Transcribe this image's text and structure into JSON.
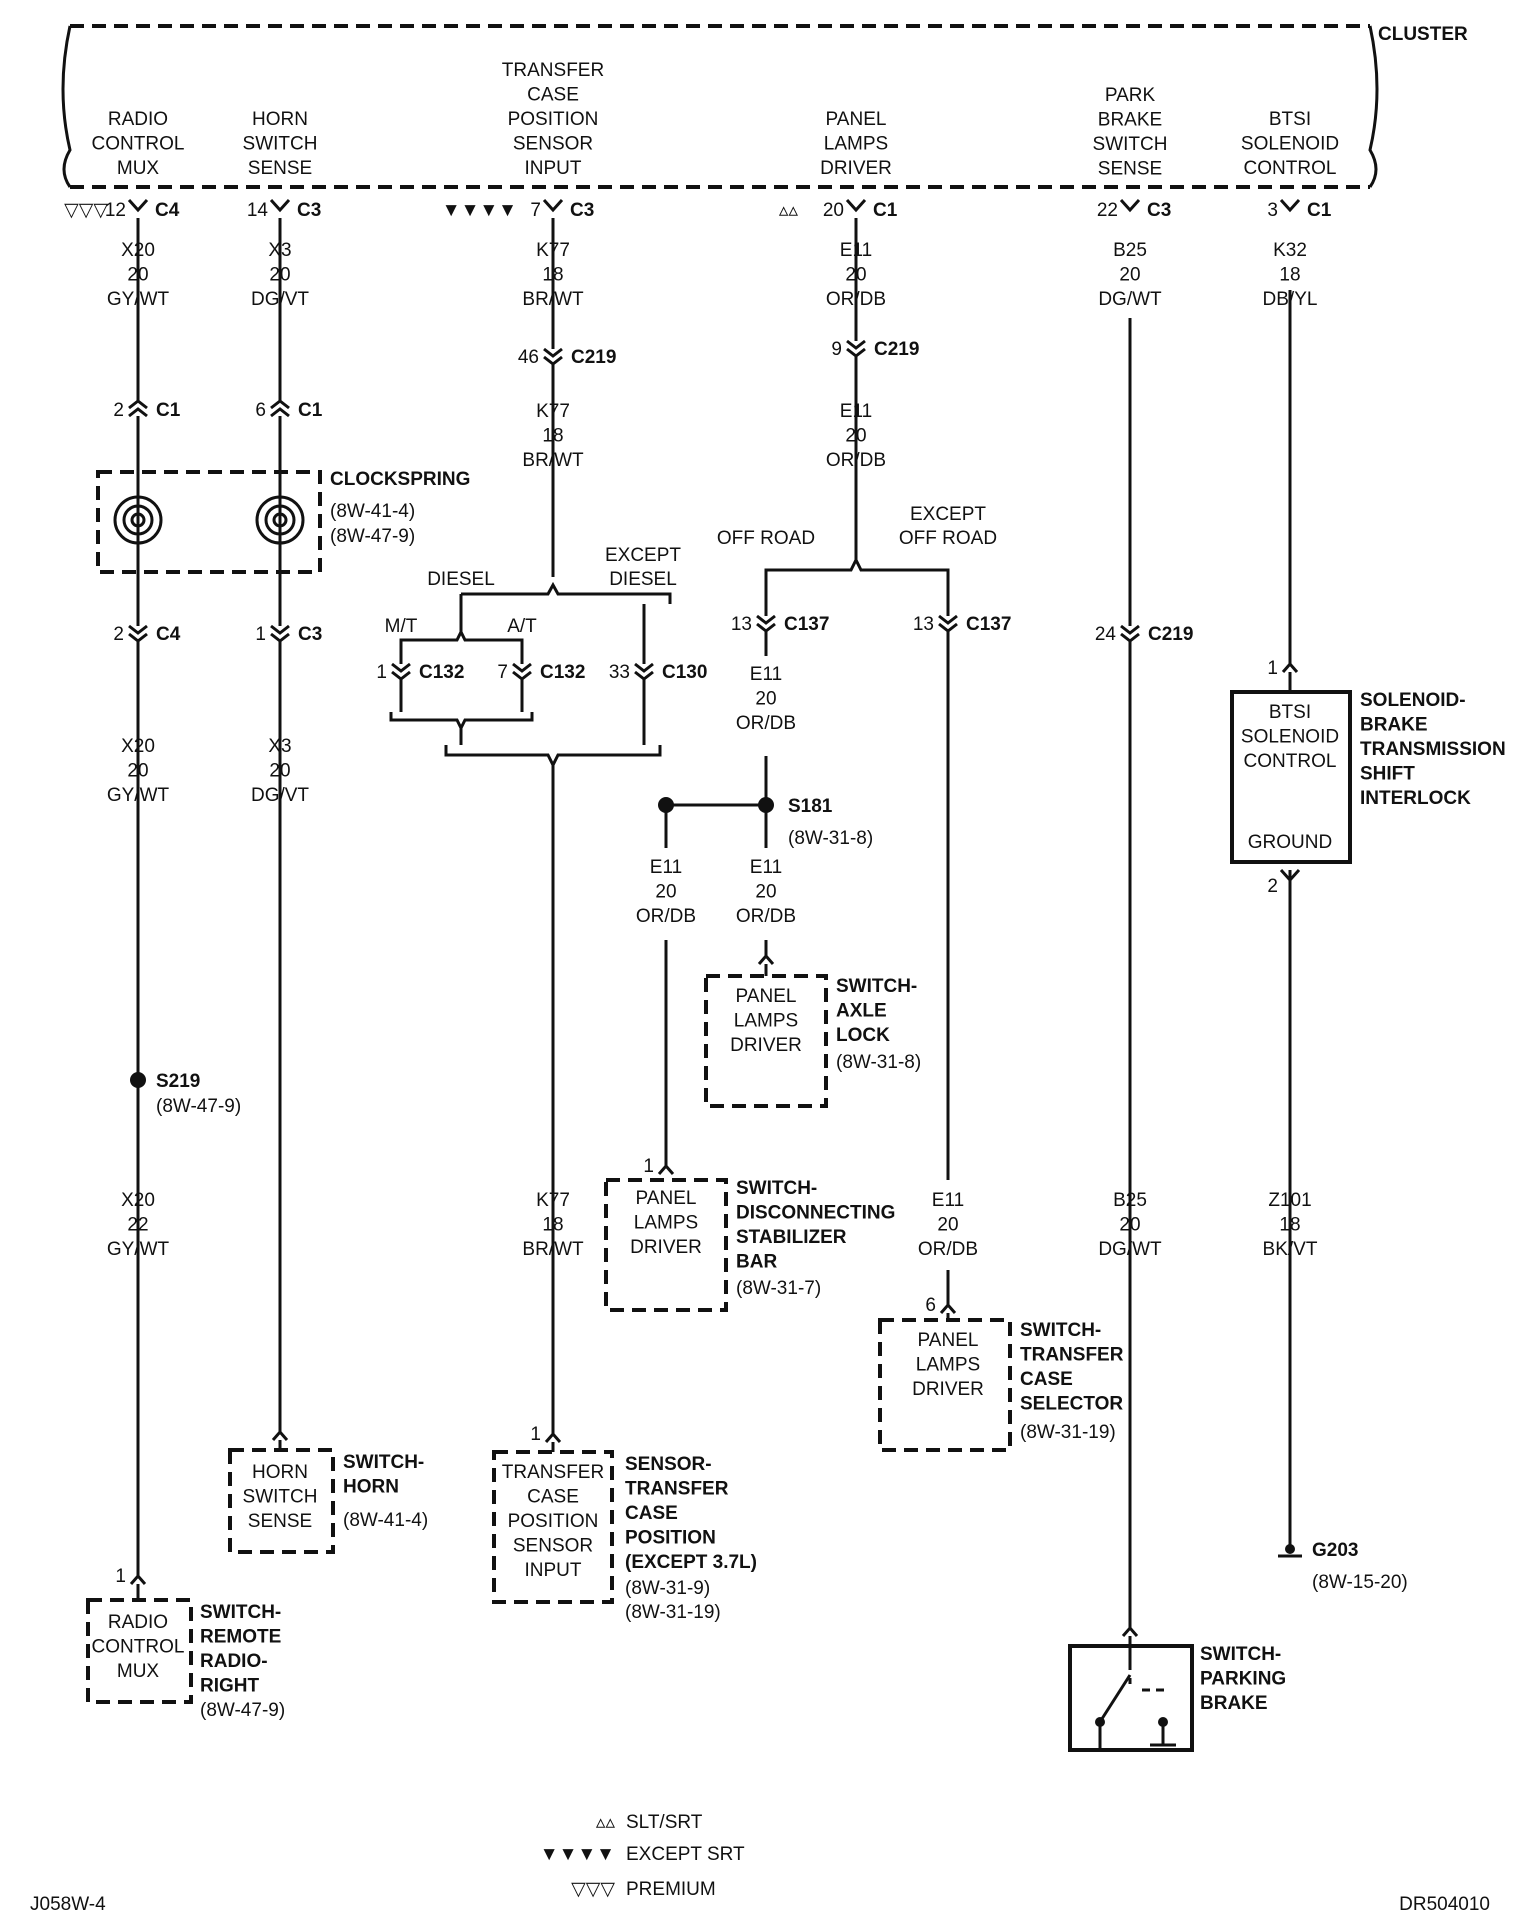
{
  "cluster": {
    "title": "CLUSTER",
    "pins": {
      "radio": {
        "label": [
          "RADIO",
          "CONTROL",
          "MUX"
        ],
        "pin": "12",
        "conn": "C4",
        "note": "▽▽▽"
      },
      "horn": {
        "label": [
          "HORN",
          "SWITCH",
          "SENSE"
        ],
        "pin": "14",
        "conn": "C3"
      },
      "tcase": {
        "label": [
          "TRANSFER",
          "CASE",
          "POSITION",
          "SENSOR",
          "INPUT"
        ],
        "pin": "7",
        "conn": "C3",
        "note": "▼▼▼▼"
      },
      "panel": {
        "label": [
          "PANEL",
          "LAMPS",
          "DRIVER"
        ],
        "pin": "20",
        "conn": "C1",
        "note": "▵▵"
      },
      "park": {
        "label": [
          "PARK",
          "BRAKE",
          "SWITCH",
          "SENSE"
        ],
        "pin": "22",
        "conn": "C3"
      },
      "btsi": {
        "label": [
          "BTSI",
          "SOLENOID",
          "CONTROL"
        ],
        "pin": "3",
        "conn": "C1"
      }
    }
  },
  "wires": {
    "x20a": [
      "X20",
      "20",
      "GY/WT"
    ],
    "x3a": [
      "X3",
      "20",
      "DG/VT"
    ],
    "k77a": [
      "K77",
      "18",
      "BR/WT"
    ],
    "e11a": [
      "E11",
      "20",
      "OR/DB"
    ],
    "b25a": [
      "B25",
      "20",
      "DG/WT"
    ],
    "k32": [
      "K32",
      "18",
      "DB/YL"
    ],
    "k77b": [
      "K77",
      "18",
      "BR/WT"
    ],
    "e11b": [
      "E11",
      "20",
      "OR/DB"
    ],
    "x20b": [
      "X20",
      "20",
      "GY/WT"
    ],
    "x3b": [
      "X3",
      "20",
      "DG/VT"
    ],
    "e11c": [
      "E11",
      "20",
      "OR/DB"
    ],
    "e11d": [
      "E11",
      "20",
      "OR/DB"
    ],
    "e11e": [
      "E11",
      "20",
      "OR/DB"
    ],
    "x20c": [
      "X20",
      "22",
      "GY/WT"
    ],
    "k77c": [
      "K77",
      "18",
      "BR/WT"
    ],
    "e11f": [
      "E11",
      "20",
      "OR/DB"
    ],
    "b25b": [
      "B25",
      "20",
      "DG/WT"
    ],
    "z101": [
      "Z101",
      "18",
      "BK/VT"
    ]
  },
  "connectors": {
    "c1_2": {
      "pin": "2",
      "conn": "C1"
    },
    "c1_6": {
      "pin": "6",
      "conn": "C1"
    },
    "c219_46": {
      "pin": "46",
      "conn": "C219"
    },
    "c219_9": {
      "pin": "9",
      "conn": "C219"
    },
    "c4_2": {
      "pin": "2",
      "conn": "C4"
    },
    "c3_1": {
      "pin": "1",
      "conn": "C3"
    },
    "c132_1": {
      "pin": "1",
      "conn": "C132"
    },
    "c132_7": {
      "pin": "7",
      "conn": "C132"
    },
    "c130_33": {
      "pin": "33",
      "conn": "C130"
    },
    "c137_13a": {
      "pin": "13",
      "conn": "C137"
    },
    "c137_13b": {
      "pin": "13",
      "conn": "C137"
    },
    "c219_24": {
      "pin": "24",
      "conn": "C219"
    }
  },
  "branches": {
    "diesel": "DIESEL",
    "except_diesel": [
      "EXCEPT",
      "DIESEL"
    ],
    "mt": "M/T",
    "at": "A/T",
    "off_road": "OFF ROAD",
    "except_off_road": [
      "EXCEPT",
      "OFF ROAD"
    ]
  },
  "clockspring": {
    "name": "CLOCKSPRING",
    "refs": [
      "(8W-41-4)",
      "(8W-47-9)"
    ]
  },
  "splices": {
    "s181": {
      "name": "S181",
      "ref": "(8W-31-8)"
    },
    "s219": {
      "name": "S219",
      "ref": "(8W-47-9)"
    }
  },
  "components": {
    "axle": {
      "inner": [
        "PANEL",
        "LAMPS",
        "DRIVER"
      ],
      "name": [
        "SWITCH-",
        "AXLE",
        "LOCK"
      ],
      "ref": "(8W-31-8)"
    },
    "stab": {
      "pin": "1",
      "inner": [
        "PANEL",
        "LAMPS",
        "DRIVER"
      ],
      "name": [
        "SWITCH-",
        "DISCONNECTING",
        "STABILIZER",
        "BAR"
      ],
      "ref": "(8W-31-7)"
    },
    "tcsel": {
      "pin": "6",
      "inner": [
        "PANEL",
        "LAMPS",
        "DRIVER"
      ],
      "name": [
        "SWITCH-",
        "TRANSFER",
        "CASE",
        "SELECTOR"
      ],
      "ref": "(8W-31-19)"
    },
    "hornsw": {
      "inner": [
        "HORN",
        "SWITCH",
        "SENSE"
      ],
      "name": [
        "SWITCH-",
        "HORN"
      ],
      "ref": "(8W-41-4)"
    },
    "tcsensor": {
      "pin": "1",
      "inner": [
        "TRANSFER",
        "CASE",
        "POSITION",
        "SENSOR",
        "INPUT"
      ],
      "name": [
        "SENSOR-",
        "TRANSFER",
        "CASE",
        "POSITION",
        "(EXCEPT 3.7L)"
      ],
      "refs": [
        "(8W-31-9)",
        "(8W-31-19)"
      ]
    },
    "radiosw": {
      "pin": "1",
      "inner": [
        "RADIO",
        "CONTROL",
        "MUX"
      ],
      "name": [
        "SWITCH-",
        "REMOTE",
        "RADIO-",
        "RIGHT"
      ],
      "ref": "(8W-47-9)"
    },
    "solenoid": {
      "pin_top": "1",
      "pin_bottom": "2",
      "inner": [
        "BTSI",
        "SOLENOID",
        "CONTROL"
      ],
      "ground": "GROUND",
      "name": [
        "SOLENOID-",
        "BRAKE",
        "TRANSMISSION",
        "SHIFT",
        "INTERLOCK"
      ]
    },
    "parking": {
      "name": [
        "SWITCH-",
        "PARKING",
        "BRAKE"
      ]
    }
  },
  "ground": {
    "name": "G203",
    "ref": "(8W-15-20)"
  },
  "legend": [
    {
      "symbol": "▵▵",
      "text": "SLT/SRT"
    },
    {
      "symbol": "▼▼▼▼",
      "text": "EXCEPT SRT"
    },
    {
      "symbol": "▽▽▽",
      "text": "PREMIUM"
    }
  ],
  "footer": {
    "left": "J058W-4",
    "right": "DR504010"
  }
}
